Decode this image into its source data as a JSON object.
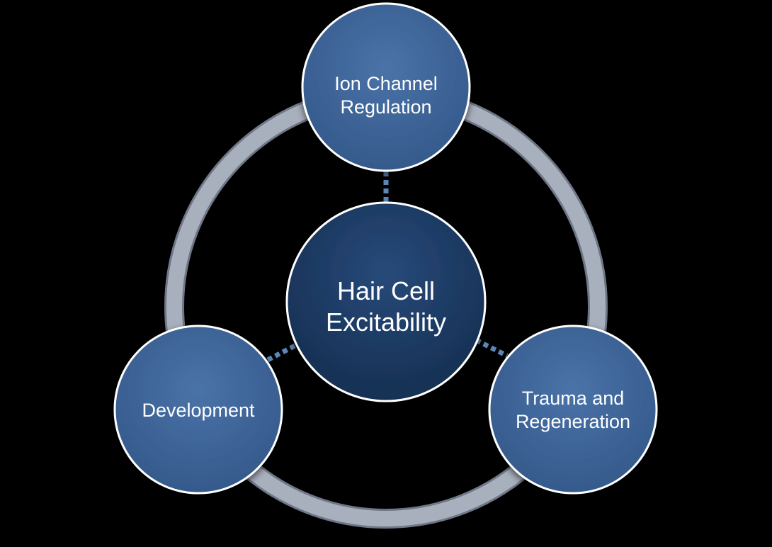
{
  "diagram": {
    "center": {
      "label": "Hair Cell\nExcitability"
    },
    "nodes": [
      {
        "id": "top",
        "label": "Ion Channel\nRegulation"
      },
      {
        "id": "left",
        "label": "Development"
      },
      {
        "id": "right",
        "label": "Trauma and\nRegeneration"
      }
    ]
  },
  "colors": {
    "ring": "#a9b0bd",
    "ring_shadow": "#6f7787",
    "outer_node_fill": "#3d6394",
    "outer_node_fill_light": "#4a73a8",
    "center_fill": "#1d3a63",
    "center_fill_light": "#274a7a",
    "node_border": "#ffffff",
    "connector": "#5d86b8"
  }
}
